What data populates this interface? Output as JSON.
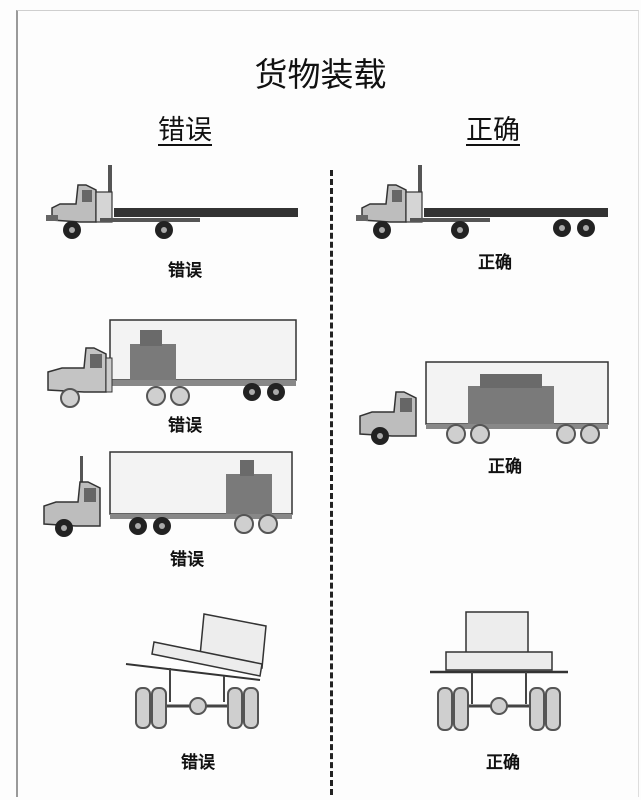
{
  "title": "货物装载",
  "left": {
    "heading": "错误",
    "captions": [
      "错误",
      "错误",
      "错误",
      "错误"
    ]
  },
  "right": {
    "heading": "正确",
    "captions": [
      "正确",
      "正确",
      "正确"
    ]
  }
}
